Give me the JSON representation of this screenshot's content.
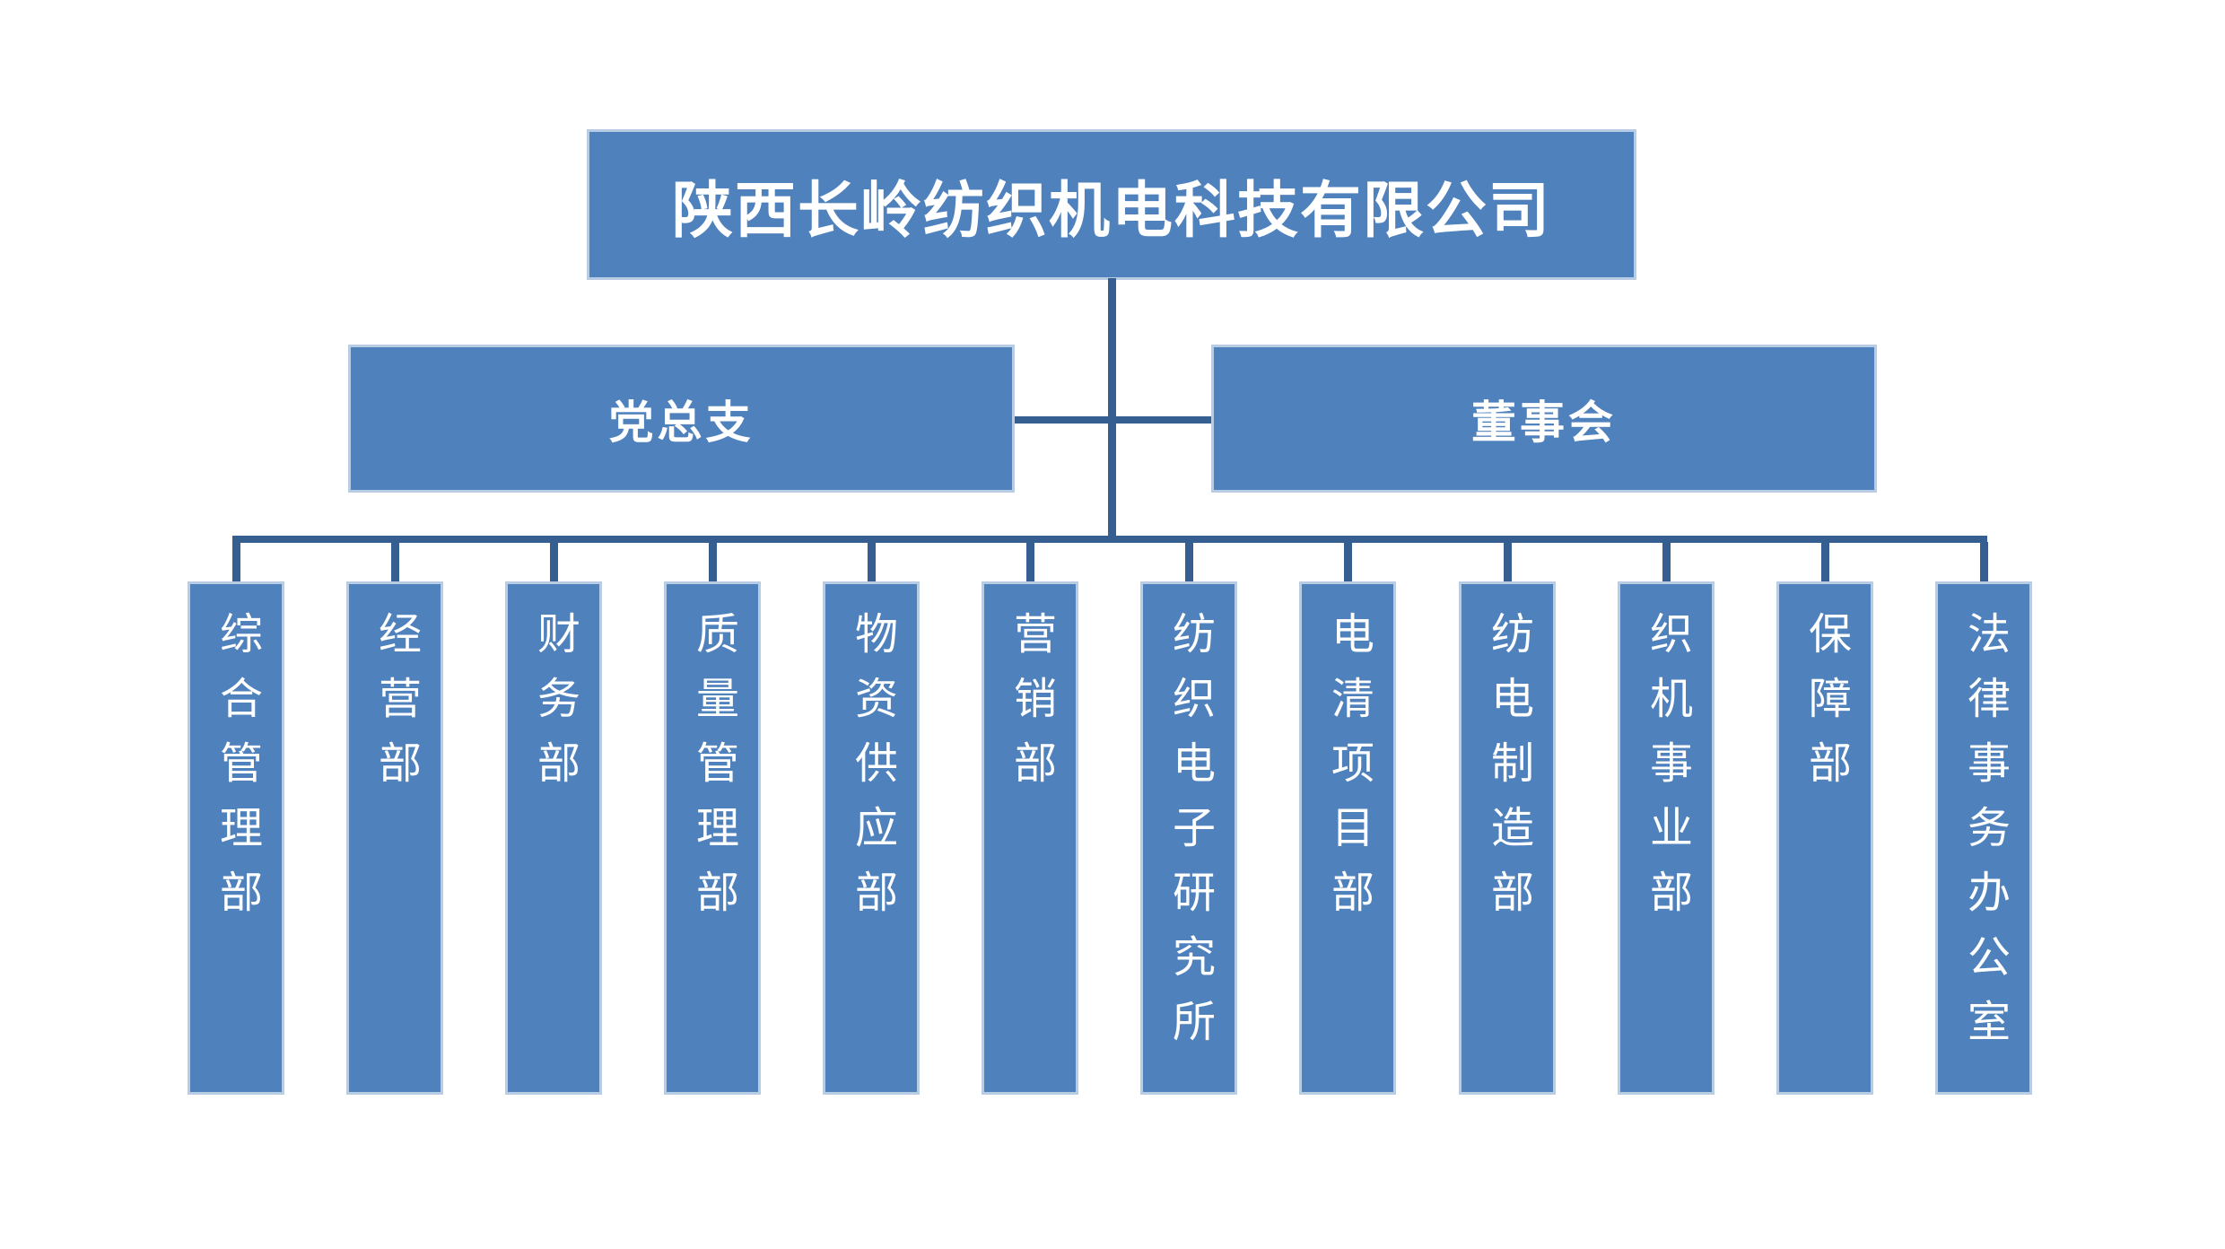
{
  "colors": {
    "box_fill": "#4F81BD",
    "box_border": "#B8CCE4",
    "connector": "#365F91",
    "text": "#FFFFFF",
    "background": "#FFFFFF"
  },
  "org_chart": {
    "root": {
      "label": "陕西长岭纺织机电科技有限公司"
    },
    "level2": [
      {
        "label": "党总支"
      },
      {
        "label": "董事会"
      }
    ],
    "departments": [
      {
        "label": "综合管理部"
      },
      {
        "label": "经营部"
      },
      {
        "label": "财务部"
      },
      {
        "label": "质量管理部"
      },
      {
        "label": "物资供应部"
      },
      {
        "label": "营销部"
      },
      {
        "label": "纺织电子研究所"
      },
      {
        "label": "电清项目部"
      },
      {
        "label": "纺电制造部"
      },
      {
        "label": "织机事业部"
      },
      {
        "label": "保障部"
      },
      {
        "label": "法律事务办公室"
      }
    ]
  }
}
